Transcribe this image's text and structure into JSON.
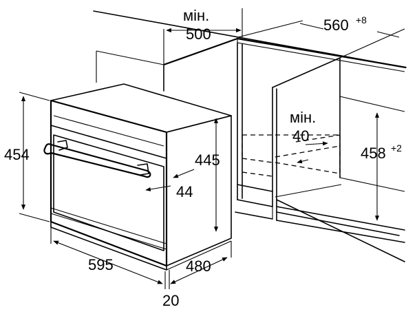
{
  "labels": {
    "min_top": "мін.",
    "depth_500": "500",
    "width_560": "560",
    "width_560_tol": "+8",
    "min_mid": "мін.",
    "gap_40": "40",
    "height_458": "458",
    "height_458_tol": "+2",
    "height_454": "454",
    "height_445": "445",
    "handle_44": "44",
    "width_595": "595",
    "depth_480": "480",
    "front_20": "20"
  },
  "colors": {
    "line": "#000000",
    "background": "#ffffff"
  }
}
